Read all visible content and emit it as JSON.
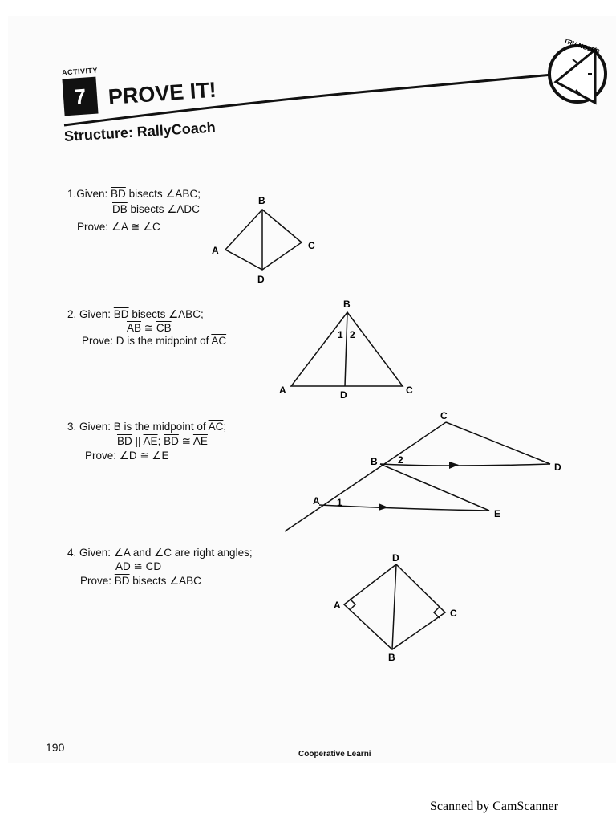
{
  "header": {
    "activity_label": "ACTIVITY",
    "activity_number": "7",
    "title": "PROVE IT!",
    "structure": "Structure: RallyCoach",
    "badge_text": "TRIANGLES"
  },
  "problems": [
    {
      "given_label": "1.Given:",
      "given_line1_seg": "BD",
      "given_line1_rest": " bisects ∠ABC;",
      "given_line2_seg": "DB",
      "given_line2_rest": " bisects ∠ADC",
      "prove": "Prove: ∠A ≅ ∠C",
      "figure_labels": [
        "B",
        "A",
        "C",
        "D"
      ]
    },
    {
      "given_label": "2. Given:",
      "given_line1_seg": "BD",
      "given_line1_rest": " bisects ∠ABC;",
      "given_line2_a": "AB",
      "given_line2_mid": " ≅ ",
      "given_line2_b": "CB",
      "prove_prefix": "Prove: D is the midpoint of ",
      "prove_seg": "AC",
      "figure_labels": [
        "B",
        "1",
        "2",
        "A",
        "D",
        "C"
      ]
    },
    {
      "given_prefix": "3. Given: B is the midpoint of ",
      "given_seg": "AC",
      "given_suffix": ";",
      "line2_a": "BD",
      "line2_par": " || ",
      "line2_b": "AE",
      "line2_sep": ";  ",
      "line2_c": "BD",
      "line2_cong": " ≅ ",
      "line2_d": "AE",
      "prove": "Prove: ∠D ≅ ∠E",
      "figure_labels": [
        "C",
        "B",
        "2",
        "D",
        "A",
        "1",
        "E"
      ]
    },
    {
      "given": "4. Given: ∠A and ∠C are right angles;",
      "line2_a": "AD",
      "line2_cong": " ≅ ",
      "line2_b": "CD",
      "prove_prefix": "Prove: ",
      "prove_seg": "BD",
      "prove_rest": " bisects ∠ABC",
      "figure_labels": [
        "D",
        "A",
        "C",
        "B"
      ]
    }
  ],
  "footer": {
    "page_number": "190",
    "book_title": "Cooperative Learni",
    "scanner_mark": "Scanned by CamScanner"
  }
}
